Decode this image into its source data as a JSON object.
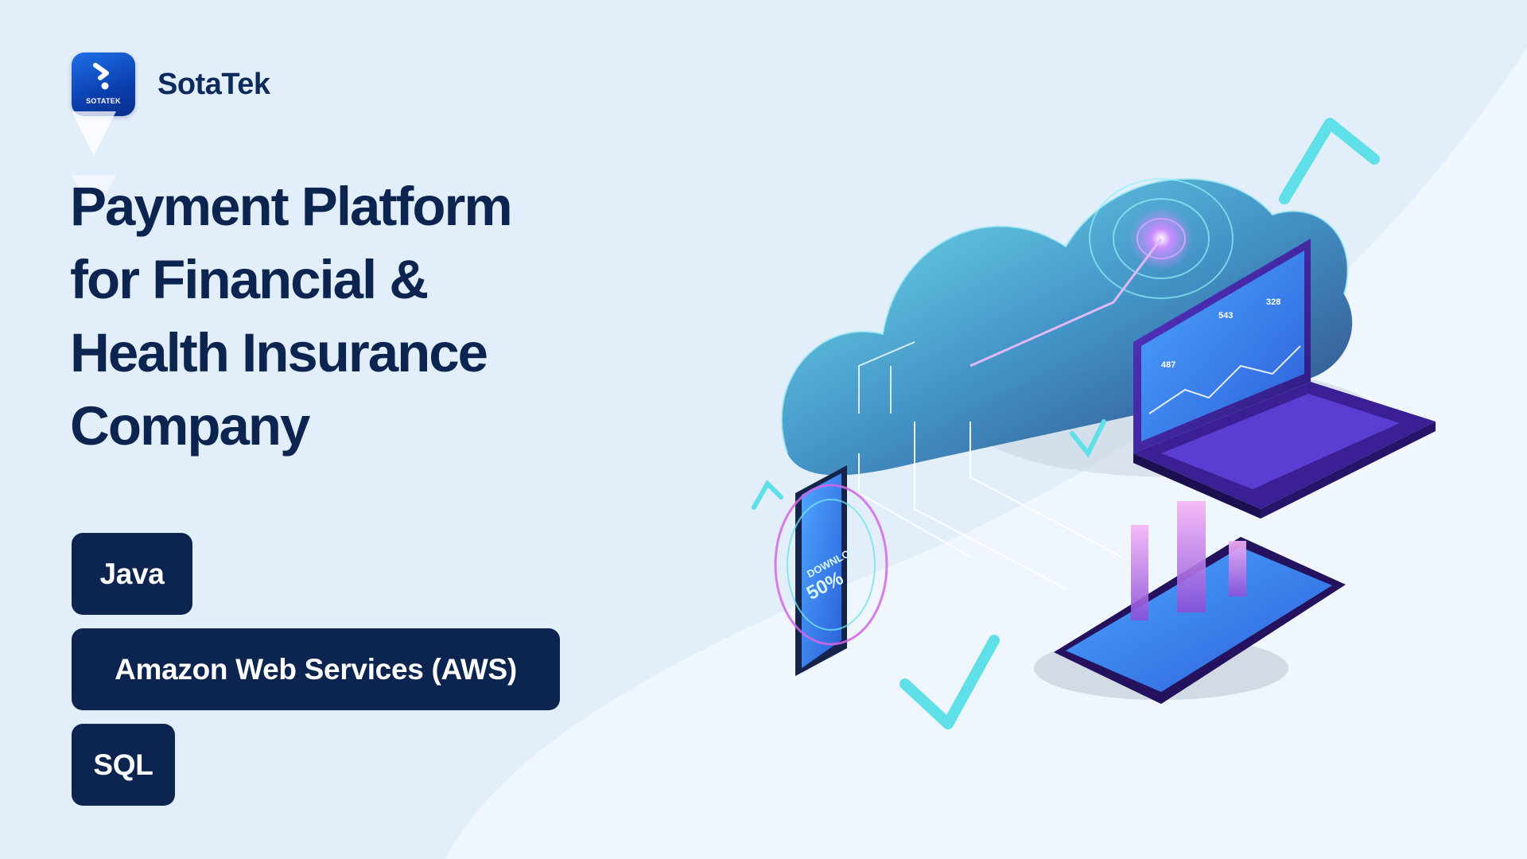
{
  "brand": {
    "name": "SotaTek",
    "logo_text": "SOTATEK",
    "primary_color": "#0b2450",
    "accent_color": "#1f6fe8"
  },
  "headline": {
    "lines": [
      "Payment Platform",
      "for Financial &",
      "Health Insurance",
      "Company"
    ]
  },
  "tags": [
    "Java",
    "Amazon Web Services (AWS)",
    "SQL"
  ],
  "illustration": {
    "phone_text_top": "DOWNLOAD",
    "phone_text_bottom": "50%",
    "chart_labels": [
      "487",
      "543",
      "328"
    ],
    "icons": [
      "cloud-icon",
      "smartphone-icon",
      "laptop-icon",
      "tablet-icon",
      "arrow-up-icon",
      "arrow-down-icon"
    ]
  }
}
